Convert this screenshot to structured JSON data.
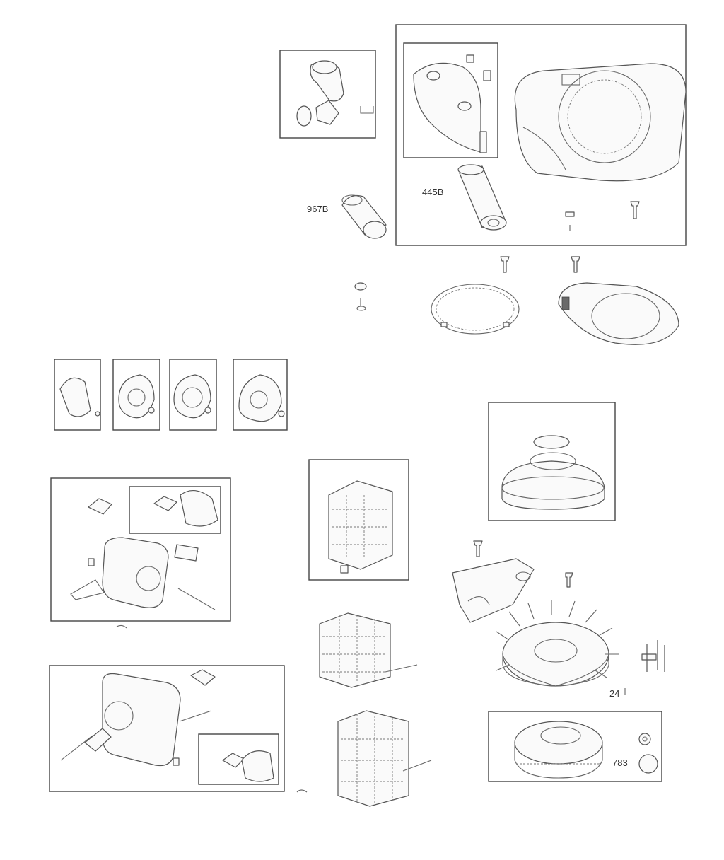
{
  "callouts": {
    "filter_left": "967B",
    "filter_right": "445B",
    "flywheel_pin": "24",
    "starter_gear": "783"
  }
}
